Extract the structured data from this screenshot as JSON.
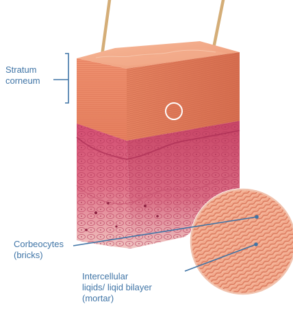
{
  "image": {
    "description_icon": "skin-layer-cross-section-illustration",
    "colors": {
      "stratum_top": "#f2a07e",
      "stratum_side": "#e98866",
      "stratum_lines": "#d36a4c",
      "epidermis": "#d9587a",
      "epidermis_dark": "#b83d5f",
      "dermis": "#efc0bf",
      "hair": "#d9b07a",
      "label": "#3f74a6",
      "circle_fill": "#f0a184"
    }
  },
  "labels": {
    "stratum_corneum": {
      "line1": "Stratum",
      "line2": "corneum"
    },
    "corneocytes": {
      "line1": "Corbeocytes",
      "line2": "(bricks)"
    },
    "lipids": {
      "line1": "Intercellular",
      "line2": "liqids/ liqid bilayer",
      "line3": "(mortar)"
    }
  }
}
